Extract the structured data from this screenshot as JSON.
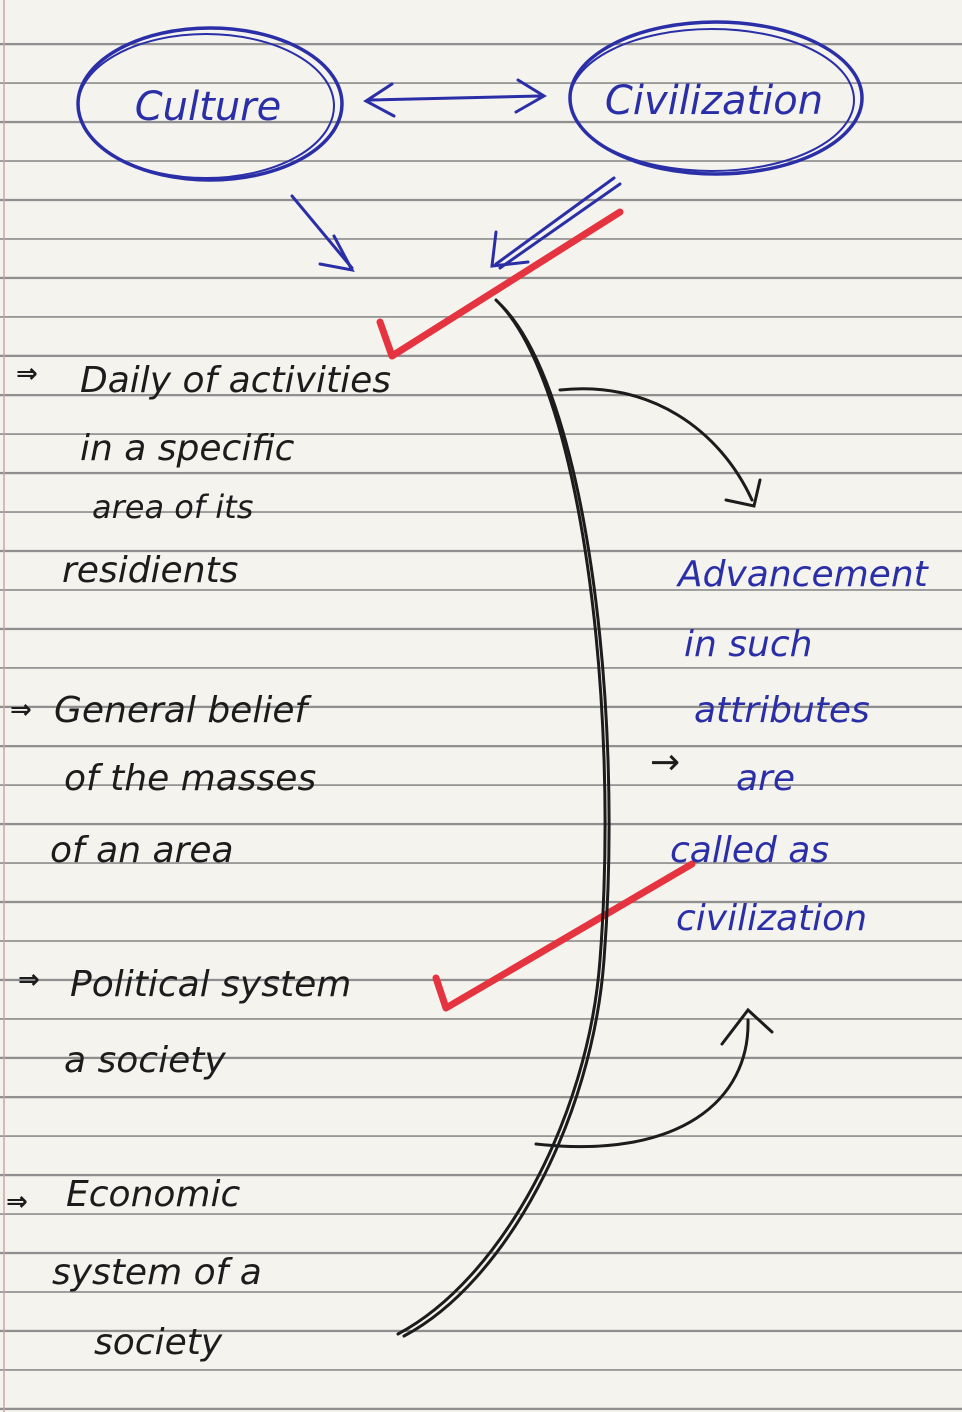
{
  "bubbles": {
    "left": "Culture",
    "right": "Civilization"
  },
  "culture_points": [
    {
      "bullet": "⇒",
      "lines": [
        "Daily of activities",
        "in a specific",
        "area of its",
        "residients"
      ]
    },
    {
      "bullet": "⇒",
      "lines": [
        "General belief",
        "of the masses",
        "of an area"
      ]
    },
    {
      "bullet": "⇒",
      "lines": [
        "Political system",
        "a society"
      ]
    },
    {
      "bullet": "⇒",
      "lines": [
        "Economic",
        "system of a",
        "society"
      ]
    }
  ],
  "conclusion": {
    "arrow": "→",
    "lines": [
      "Advancement",
      "in such",
      "attributes",
      "are",
      "called as",
      "civilization"
    ]
  },
  "colors": {
    "blue_ink": "#2a2fa8",
    "black_ink": "#1c1c1c",
    "red_check": "#e53340",
    "paper": "#f5f3ee"
  }
}
